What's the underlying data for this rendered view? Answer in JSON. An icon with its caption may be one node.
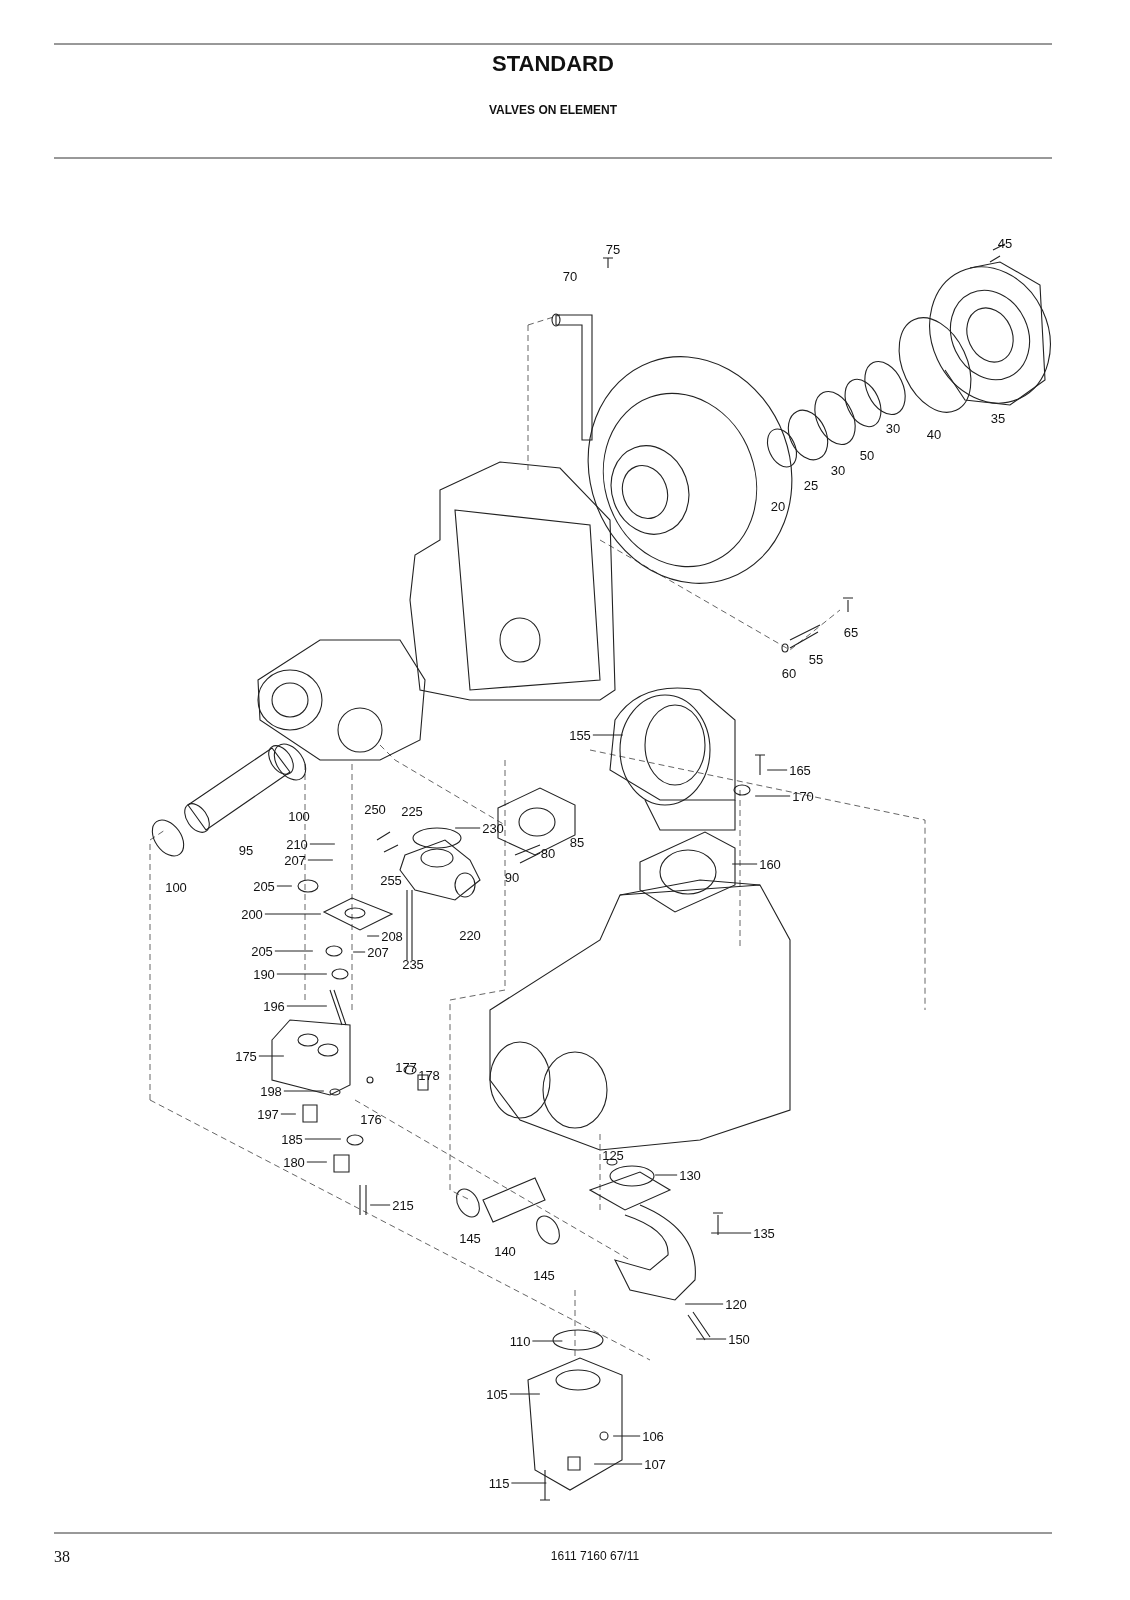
{
  "diagram": {
    "title": "STANDARD",
    "nodes": [
      {
        "text": [
          "155"
        ]
      },
      {
        "text": [
          "165"
        ]
      },
      {
        "text": [
          "170"
        ]
      },
      {
        "text": [
          "230"
        ]
      },
      {
        "text": [
          "160"
        ]
      },
      {
        "text": [
          "210"
        ]
      },
      {
        "text": [
          "207"
        ]
      },
      {
        "text": [
          "205"
        ]
      },
      {
        "text": [
          "200"
        ]
      },
      {
        "text": [
          "208"
        ]
      },
      {
        "text": [
          "205"
        ]
      },
      {
        "text": [
          "207"
        ]
      },
      {
        "text": [
          "190"
        ]
      },
      {
        "text": [
          "196"
        ]
      },
      {
        "text": [
          "175"
        ]
      },
      {
        "text": [
          "198"
        ]
      },
      {
        "text": [
          "197"
        ]
      },
      {
        "text": [
          "130"
        ]
      },
      {
        "text": [
          "185"
        ]
      },
      {
        "text": [
          "180"
        ]
      },
      {
        "text": [
          "215"
        ]
      },
      {
        "text": [
          "135"
        ]
      },
      {
        "text": [
          "120"
        ]
      },
      {
        "text": [
          "150"
        ]
      },
      {
        "text": [
          "110"
        ]
      },
      {
        "text": [
          "105"
        ]
      },
      {
        "text": [
          "106"
        ]
      },
      {
        "text": [
          "107"
        ]
      },
      {
        "text": [
          "115"
        ]
      }
    ],
    "edges": [
      {
        "from": 0,
        "to": null,
        "arrow": "none"
      },
      {
        "from": 1,
        "to": null,
        "arrow": "none"
      },
      {
        "from": 2,
        "to": null,
        "arrow": "none"
      },
      {
        "from": 3,
        "to": null,
        "arrow": "none"
      },
      {
        "from": 4,
        "to": null,
        "arrow": "none"
      },
      {
        "from": 5,
        "to": null,
        "arrow": "none"
      },
      {
        "from": 6,
        "to": null,
        "arrow": "none"
      },
      {
        "from": 7,
        "to": null,
        "arrow": "none"
      },
      {
        "from": 8,
        "to": null,
        "arrow": "none"
      },
      {
        "from": 9,
        "to": null,
        "arrow": "none"
      },
      {
        "from": 10,
        "to": null,
        "arrow": "none"
      },
      {
        "from": 11,
        "to": null,
        "arrow": "none"
      },
      {
        "from": 12,
        "to": null,
        "arrow": "none"
      },
      {
        "from": 13,
        "to": null,
        "arrow": "none"
      },
      {
        "from": 14,
        "to": null,
        "arrow": "none"
      },
      {
        "from": 15,
        "to": null,
        "arrow": "none"
      },
      {
        "from": 16,
        "to": null,
        "arrow": "none"
      },
      {
        "from": 17,
        "to": null,
        "arrow": "none"
      },
      {
        "from": 18,
        "to": null,
        "arrow": "none"
      },
      {
        "from": 19,
        "to": null,
        "arrow": "none"
      },
      {
        "from": 20,
        "to": null,
        "arrow": "none"
      },
      {
        "from": 21,
        "to": null,
        "arrow": "none"
      },
      {
        "from": 22,
        "to": null,
        "arrow": "none"
      },
      {
        "from": 23,
        "to": null,
        "arrow": "none"
      },
      {
        "from": 24,
        "to": null,
        "arrow": "none"
      },
      {
        "from": 25,
        "to": null,
        "arrow": "none"
      },
      {
        "from": 26,
        "to": null,
        "arrow": "none"
      },
      {
        "from": 27,
        "to": null,
        "arrow": "none"
      },
      {
        "from": 28,
        "to": null,
        "arrow": "none"
      }
    ],
    "labels": [
      "VALVES ON ELEMENT",
      "75",
      "70",
      "45",
      "35",
      "40",
      "30",
      "50",
      "30",
      "25",
      "20",
      "65",
      "55",
      "60",
      "100",
      "250",
      "225",
      "85",
      "80",
      "95",
      "100",
      "90",
      "255",
      "220",
      "235",
      "177",
      "178",
      "176",
      "125",
      "145",
      "140",
      "145",
      "38",
      "1611 7160 67/11"
    ]
  }
}
